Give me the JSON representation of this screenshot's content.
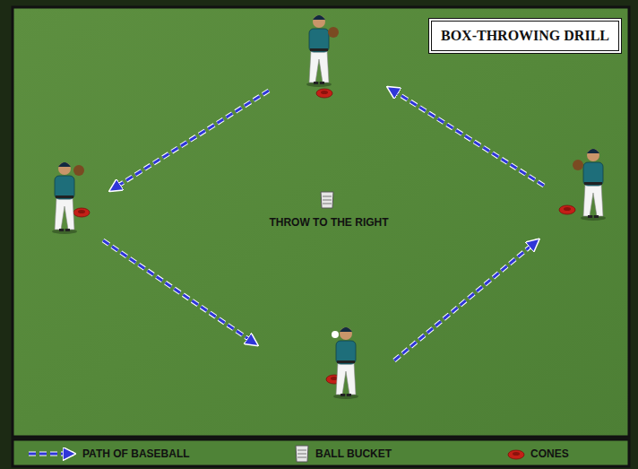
{
  "diagram": {
    "title": "BOX-THROWING DRILL",
    "labels": [
      "THROW TO THE RIGHT"
    ],
    "legend": [
      {
        "text": "PATH OF BASEBALL"
      },
      {
        "text": "BALL BUCKET"
      },
      {
        "text": "CONES"
      }
    ]
  }
}
